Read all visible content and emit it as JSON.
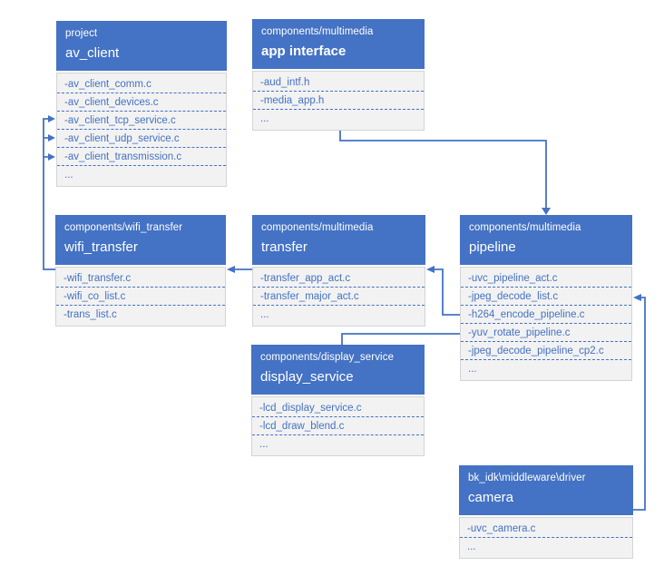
{
  "colors": {
    "header_bg": "#4472C4",
    "body_bg": "#F2F2F2",
    "body_border": "#D4D4D4",
    "item_text": "#4472C4",
    "connector": "#4472C4"
  },
  "boxes": [
    {
      "id": "av_client",
      "path": "project",
      "title": "av_client",
      "items": [
        "-av_client_comm.c",
        "-av_client_devices.c",
        "-av_client_tcp_service.c",
        "-av_client_udp_service.c",
        "-av_client_transmission.c",
        "..."
      ]
    },
    {
      "id": "app_interface",
      "path": "components/multimedia",
      "title": "app interface",
      "items": [
        "-aud_intf.h",
        "-media_app.h",
        "..."
      ]
    },
    {
      "id": "wifi_transfer",
      "path": "components/wifi_transfer",
      "title": "wifi_transfer",
      "items": [
        "-wifi_transfer.c",
        "-wifi_co_list.c",
        "-trans_list.c"
      ]
    },
    {
      "id": "transfer",
      "path": "components/multimedia",
      "title": "transfer",
      "items": [
        "-transfer_app_act.c",
        "-transfer_major_act.c",
        "..."
      ]
    },
    {
      "id": "pipeline",
      "path": "components/multimedia",
      "title": "pipeline",
      "items": [
        "-uvc_pipeline_act.c",
        "-jpeg_decode_list.c",
        "-h264_encode_pipeline.c",
        "-yuv_rotate_pipeline.c",
        "-jpeg_decode_pipeline_cp2.c",
        "..."
      ]
    },
    {
      "id": "display_service",
      "path": "components/display_service",
      "title": "display_service",
      "items": [
        "-lcd_display_service.c",
        "-lcd_draw_blend.c",
        "..."
      ]
    },
    {
      "id": "camera",
      "path": "bk_idk\\middleware\\driver",
      "title": "camera",
      "items": [
        "-uvc_camera.c",
        "..."
      ]
    }
  ]
}
